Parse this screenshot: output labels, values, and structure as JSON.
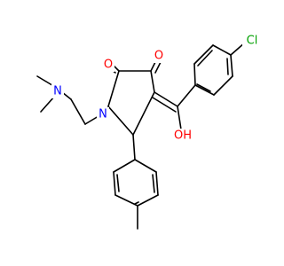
{
  "molecule": {
    "atom_labels": {
      "cl": "Cl",
      "o_ketone_left": "O",
      "o_ketone_right": "O",
      "n_ring": "N",
      "n_amine": "N",
      "oh": "OH"
    },
    "colors": {
      "bond": "#000000",
      "chlorine": "#00a000",
      "oxygen": "#ff0000",
      "nitrogen": "#0000ff"
    }
  }
}
